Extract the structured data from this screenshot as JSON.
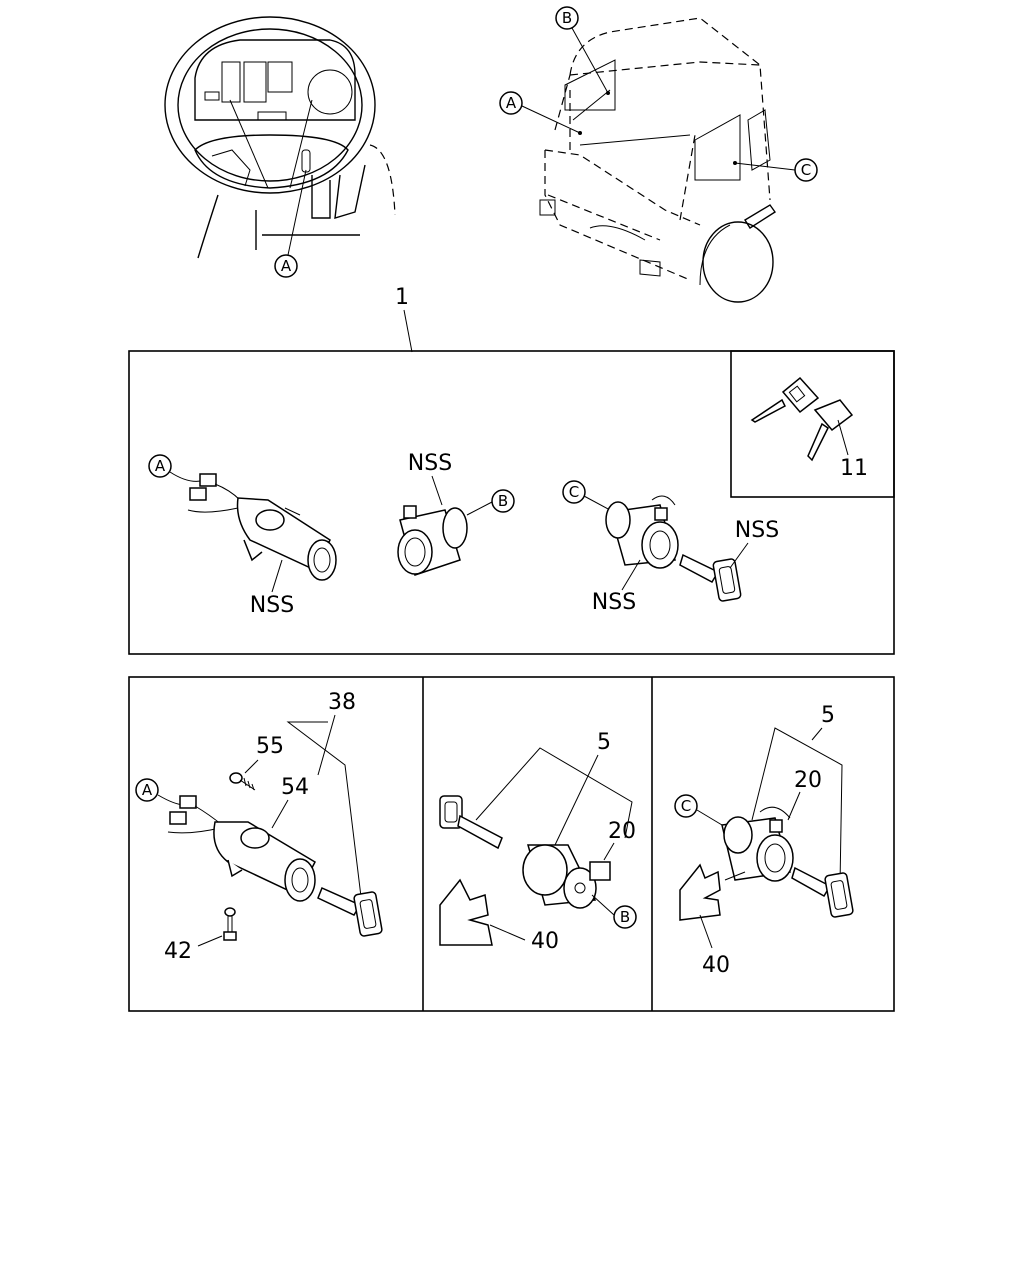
{
  "callouts": {
    "A": "A",
    "B": "B",
    "C": "C"
  },
  "labels": {
    "assembly": "1",
    "key_set": "11",
    "nss": "NSS",
    "switch_assembly": "38",
    "screw_55": "55",
    "part_54": "54",
    "bolt_42": "42",
    "lock_5": "5",
    "part_20": "20",
    "clip_40": "40"
  }
}
